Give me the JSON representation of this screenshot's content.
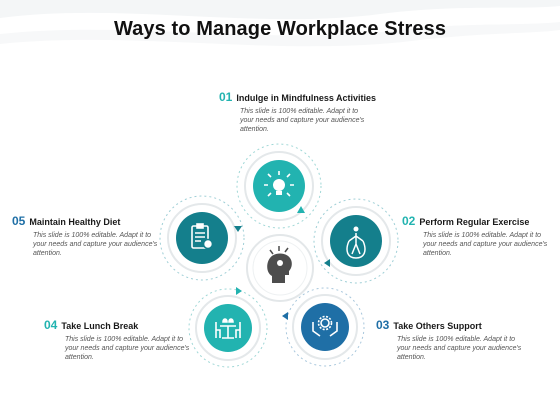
{
  "title": "Ways to Manage Workplace Stress",
  "colors": {
    "teal": "#22b3b0",
    "blue": "#1f6fa6",
    "dark_teal": "#147f8c",
    "ring": "#d7dfe2",
    "center": "#555555"
  },
  "items": [
    {
      "number": "01",
      "label": "Indulge in Mindfulness Activities",
      "description": "This slide is 100% editable.  Adapt it to your needs and capture your audience's attention.",
      "icon": "brain-idea-icon",
      "color": "teal"
    },
    {
      "number": "02",
      "label": "Perform Regular Exercise",
      "description": "This slide is 100% editable.  Adapt it to your needs and capture your audience's attention.",
      "icon": "jump-rope-icon",
      "color": "dark_teal"
    },
    {
      "number": "03",
      "label": "Take Others Support",
      "description": "This slide is 100% editable.  Adapt it to your needs and capture your audience's attention.",
      "icon": "hands-gear-icon",
      "color": "blue"
    },
    {
      "number": "04",
      "label": "Take Lunch Break",
      "description": "This slide is 100% editable.  Adapt it to your needs and capture your audience's attention.",
      "icon": "lunch-table-icon",
      "color": "teal"
    },
    {
      "number": "05",
      "label": "Maintain Healthy Diet",
      "description": "This slide is 100% editable.  Adapt it to your needs and capture your audience's attention.",
      "icon": "diet-checklist-icon",
      "color": "dark_teal"
    }
  ],
  "center_icon": "stressed-head-icon"
}
